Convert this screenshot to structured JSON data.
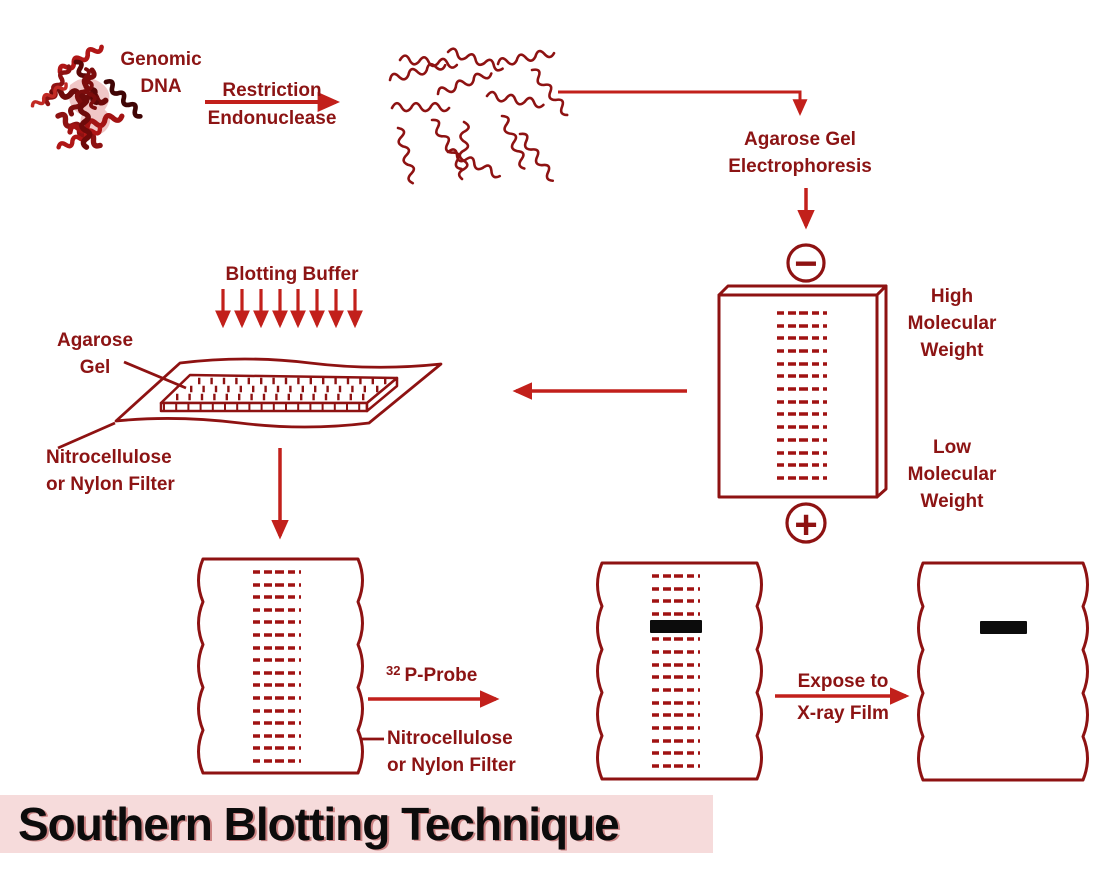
{
  "title": "Southern Blotting Technique",
  "colors": {
    "line_dark": "#8e1212",
    "text_red": "#8c1414",
    "arrow_red": "#c2201b",
    "band_red": "#a01212",
    "solid_band_black": "#0c0c0c",
    "title_bg": "#f6dbdb",
    "title_text": "#0c0c0c"
  },
  "labels": {
    "genomic_dna": "Genomic\nDNA",
    "restriction_endonuclease": "Restriction\nEndonuclease",
    "agarose_gel_electrophoresis": "Agarose Gel\nElectrophoresis",
    "high_molecular_weight": "High\nMolecular\nWeight",
    "low_molecular_weight": "Low\nMolecular\nWeight",
    "blotting_buffer": "Blotting Buffer",
    "agarose_gel": "Agarose\nGel",
    "nitrocellulose_filter_left": "Nitrocellulose\nor Nylon Filter",
    "probe_superscript": "32",
    "probe": "P-Probe",
    "nitrocellulose_filter_right": "Nitrocellulose\nor Nylon Filter",
    "expose_xray": "Expose to\nX-ray Film"
  },
  "electrodes": {
    "negative": "−",
    "positive": "+"
  }
}
